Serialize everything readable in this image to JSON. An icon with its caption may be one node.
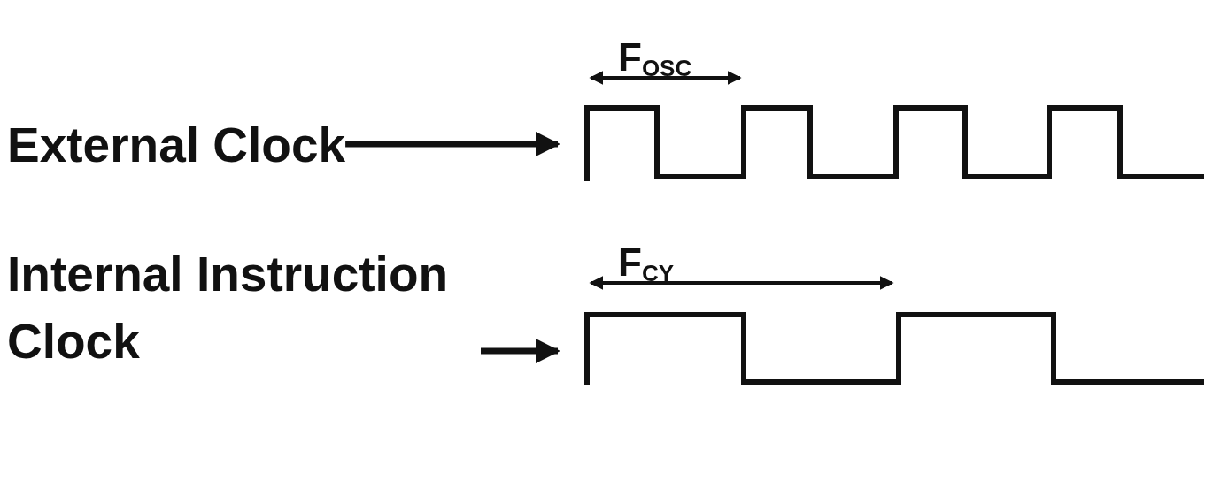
{
  "diagram": {
    "nodes": [
      {
        "text": [
          "External Clock"
        ]
      },
      {
        "text": [],
        "shape": "waveform"
      },
      {
        "text": [
          "Internal Instruction Clock"
        ]
      },
      {
        "text": [],
        "shape": "waveform"
      }
    ],
    "edges": [
      {
        "from": 0,
        "to": 1,
        "arrow": "to"
      },
      {
        "from": 2,
        "to": 3,
        "arrow": "to"
      }
    ],
    "labels": [
      "F$_{OSC}$",
      "F$_{CY}$"
    ]
  }
}
